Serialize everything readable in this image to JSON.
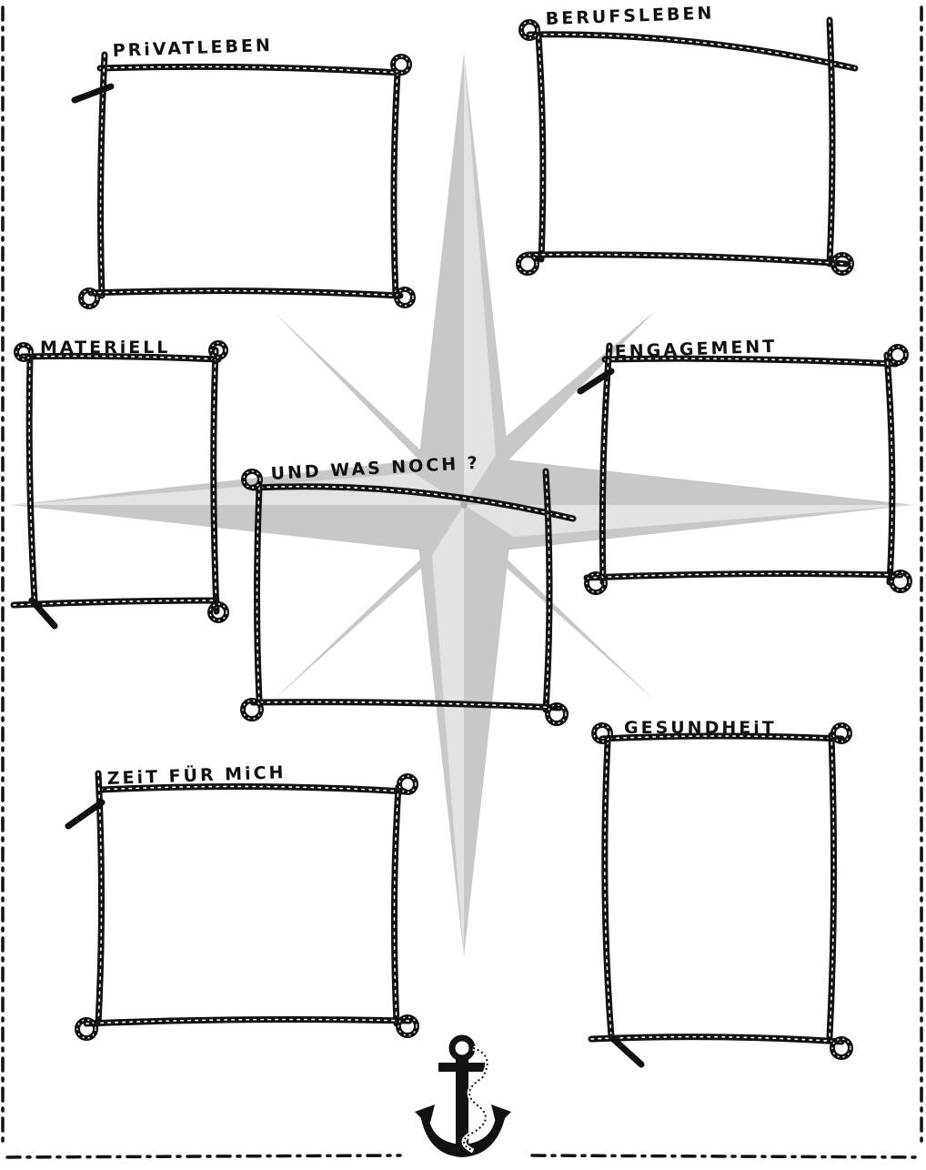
{
  "labels": {
    "privatleben": "PRiVATLEBEN",
    "berufsleben": "BERUFSLEBEN",
    "materiell": "MATERiELL",
    "engagement": "ENGAGEMENT",
    "und_was_noch": "UND WAS NOCH ?",
    "zeit_fuer_mich": "ZEiT FÜR MiCH",
    "gesundheit": "GESUNDHEiT"
  },
  "icons": {
    "compass": "compass-rose-icon",
    "anchor": "anchor-icon"
  },
  "colors": {
    "ink": "#111111",
    "compass_fill": "#c8c8c8",
    "paper": "#ffffff"
  }
}
